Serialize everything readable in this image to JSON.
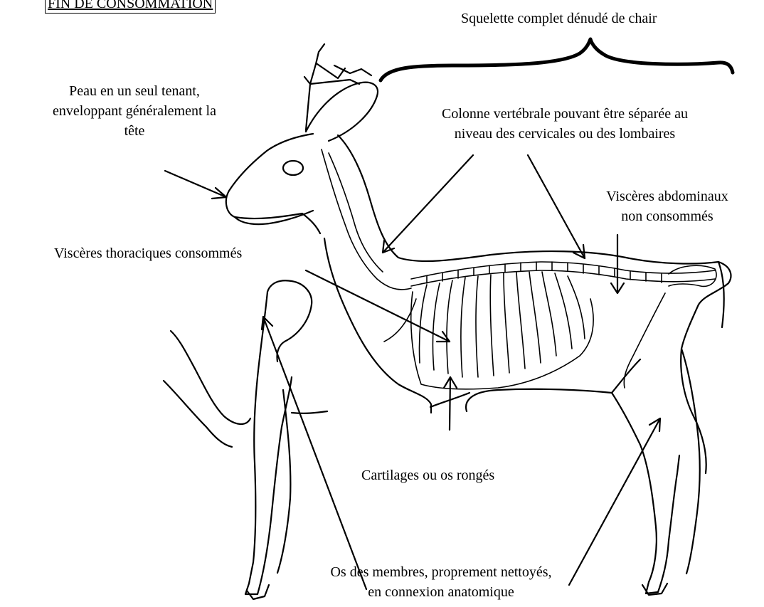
{
  "title": "FIN DE CONSOMMATION",
  "labels": {
    "skeleton": "Squelette complet dénudé de chair",
    "skin": [
      "Peau en un seul tenant,",
      "enveloppant généralement la",
      "tête"
    ],
    "spine": [
      "Colonne vertébrale pouvant être séparée au",
      "niveau des cervicales ou des lombaires"
    ],
    "abdominal": [
      "Viscères abdominaux",
      "non consommés"
    ],
    "thoracic": "Viscères thoraciques consommés",
    "cartilage": "Cartilages ou os rongés",
    "limbs": [
      "Os des membres, proprement nettoyés,",
      "en connexion anatomique"
    ]
  }
}
